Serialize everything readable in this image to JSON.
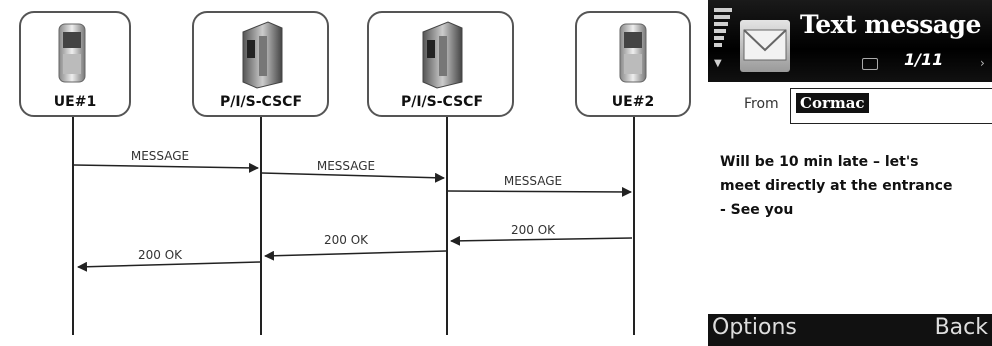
{
  "diagram": {
    "nodes": [
      {
        "label": "UE#1",
        "icon": "mobile-phone-icon"
      },
      {
        "label": "P/I/S-CSCF",
        "icon": "server-icon"
      },
      {
        "label": "P/I/S-CSCF",
        "icon": "server-icon"
      },
      {
        "label": "UE#2",
        "icon": "mobile-phone-icon"
      }
    ],
    "messages": [
      {
        "label": "MESSAGE",
        "from": 0,
        "to": 1
      },
      {
        "label": "MESSAGE",
        "from": 1,
        "to": 2
      },
      {
        "label": "MESSAGE",
        "from": 2,
        "to": 3
      },
      {
        "label": "200 OK",
        "from": 3,
        "to": 2
      },
      {
        "label": "200 OK",
        "from": 2,
        "to": 1
      },
      {
        "label": "200 OK",
        "from": 1,
        "to": 0
      }
    ]
  },
  "phone": {
    "title": "Text message",
    "page_counter": "1/11",
    "from_label": "From",
    "from_value": "Cormac",
    "body": "Will be 10 min late – let's\nmeet directly at the entrance\n- See you",
    "softkey_left": "Options",
    "softkey_right": "Back",
    "icons": [
      "signal-strength-icon",
      "envelope-icon",
      "message-icon",
      "right-arrow-icon"
    ]
  }
}
